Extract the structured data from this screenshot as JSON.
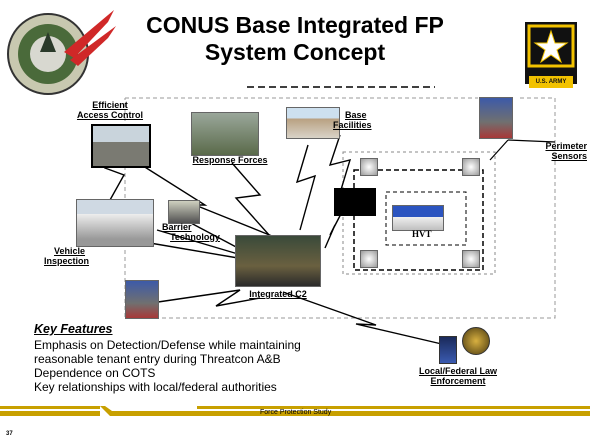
{
  "title": {
    "line1": "CONUS Base Integrated FP",
    "line2": "System Concept"
  },
  "army_logo": {
    "text": "U.S. ARMY"
  },
  "labels": {
    "efficient_access_control": [
      "Efficient",
      "Access Control"
    ],
    "response_forces": "Response Forces",
    "base_facilities": [
      "Base",
      "Facilities"
    ],
    "perimeter_sensors": [
      "Perimeter",
      "Sensors"
    ],
    "barrier_technology": [
      "Barrier",
      "Technology"
    ],
    "vehicle_inspection": [
      "Vehicle",
      "Inspection"
    ],
    "integrated_c2": "Integrated C2",
    "hvt": "HVT",
    "law_enforcement": [
      "Local/Federal Law",
      "Enforcement"
    ]
  },
  "key_features": {
    "heading": "Key Features",
    "items": [
      "Emphasis on Detection/Defense while maintaining",
      "reasonable tenant entry during Threatcon A&B",
      "Dependence on COTS",
      "Key relationships with local/federal authorities"
    ]
  },
  "footer": {
    "text": "Force Protection Study",
    "page_number": "37"
  },
  "colors": {
    "gold": "#c8a000",
    "army_black": "#111111",
    "army_gold": "#f2c200"
  }
}
